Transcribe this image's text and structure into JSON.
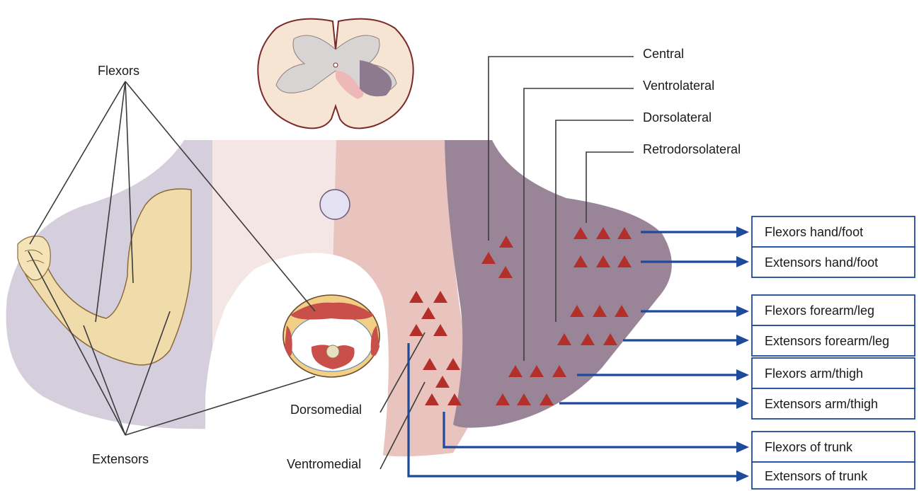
{
  "labels": {
    "flexors": "Flexors",
    "extensors": "Extensors",
    "central": "Central",
    "ventrolateral": "Ventrolateral",
    "dorsolateral": "Dorsolateral",
    "retrodorsolateral": "Retrodorsolateral",
    "dorsomedial": "Dorsomedial",
    "ventromedial": "Ventromedial"
  },
  "targets": [
    "Flexors hand/foot",
    "Extensors hand/foot",
    "Flexors forearm/leg",
    "Extensors forearm/leg",
    "Flexors arm/thigh",
    "Extensors arm/thigh",
    "Flexors of trunk",
    "Extensors of trunk"
  ],
  "colors": {
    "lateral_region": "#9a8598",
    "ventromedial_region": "#e9c3bd",
    "central_strip": "#f5e6e6",
    "left_region": "#d5cfdd",
    "motor_neuron": "#b3302a",
    "arrow": "#1d4a9a",
    "arm": "#f0dcaa"
  }
}
